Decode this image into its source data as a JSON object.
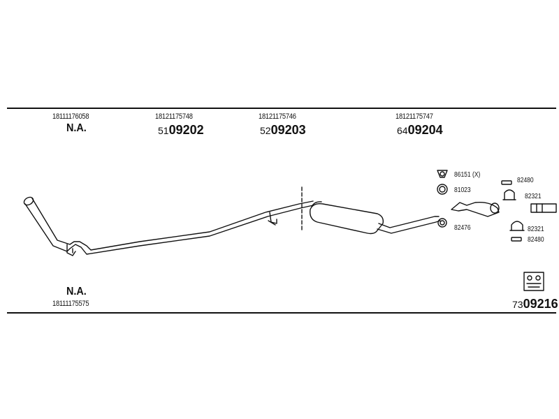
{
  "top_refs": [
    {
      "oe": "18111176058",
      "code_prefix": "",
      "code_main": "N.A.",
      "na": true
    },
    {
      "oe": "18121175748",
      "code_prefix": "51",
      "code_main": "09202",
      "na": false
    },
    {
      "oe": "18121175746",
      "code_prefix": "52",
      "code_main": "09203",
      "na": false
    },
    {
      "oe": "18121175747",
      "code_prefix": "64",
      "code_main": "09204",
      "na": false
    }
  ],
  "bottom_left": {
    "code": "N.A.",
    "oe": "18111175575"
  },
  "kit": {
    "prefix": "73",
    "main": "09216"
  },
  "hardware": [
    {
      "label": "86151 (X)"
    },
    {
      "label": "81023"
    },
    {
      "label": "82480"
    },
    {
      "label": "82321"
    },
    {
      "label": "82476"
    },
    {
      "label": "82321"
    },
    {
      "label": "82480"
    }
  ]
}
